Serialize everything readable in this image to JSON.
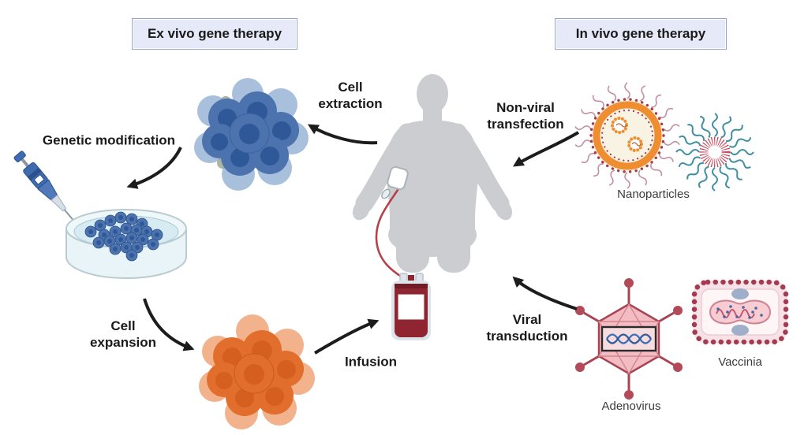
{
  "titles": {
    "ex_vivo": "Ex vivo gene therapy",
    "in_vivo": "In vivo gene therapy"
  },
  "steps": {
    "cell_extraction": "Cell extraction",
    "genetic_modification": "Genetic modification",
    "cell_expansion": "Cell expansion",
    "infusion": "Infusion",
    "non_viral_transfection": "Non-viral transfection",
    "viral_transduction": "Viral transduction"
  },
  "captions": {
    "nanoparticles": "Nanoparticles",
    "adenovirus": "Adenovirus",
    "vaccinia": "Vaccinia"
  },
  "illustrations": [
    "human-body",
    "blue-cell-cluster",
    "micropipette",
    "petri-dish",
    "orange-cell-cluster",
    "blood-bag",
    "iv-line",
    "lipid-nanoparticle",
    "polymeric-micelle",
    "adenovirus-particle",
    "vaccinia-particle"
  ],
  "colors": {
    "title_box_bg": "#e5e9f8",
    "title_box_border": "#96a2cf",
    "label_text": "#1a1a1a",
    "caption_text": "#3b3b3b",
    "arrow": "#1c1c1c",
    "human_body": "#cbcdd0",
    "blue_cell": "#4d73ae",
    "blue_cell_nucleus": "#2e5898",
    "blue_cell_pale": "#a9c0dd",
    "orange_cell": "#e26e2d",
    "orange_cell_nucleus": "#d55f1f",
    "orange_cell_pale": "#f2b28c",
    "blood_bag_red": "#8e2531",
    "tube_red": "#b5424a",
    "virus_pink": "#f3bcc3",
    "virus_maroon": "#a84454",
    "nanoparticle_orange": "#ef8d31",
    "micelle_teal": "#3f8fa0",
    "petri_liquid": "#d6ebf2"
  }
}
